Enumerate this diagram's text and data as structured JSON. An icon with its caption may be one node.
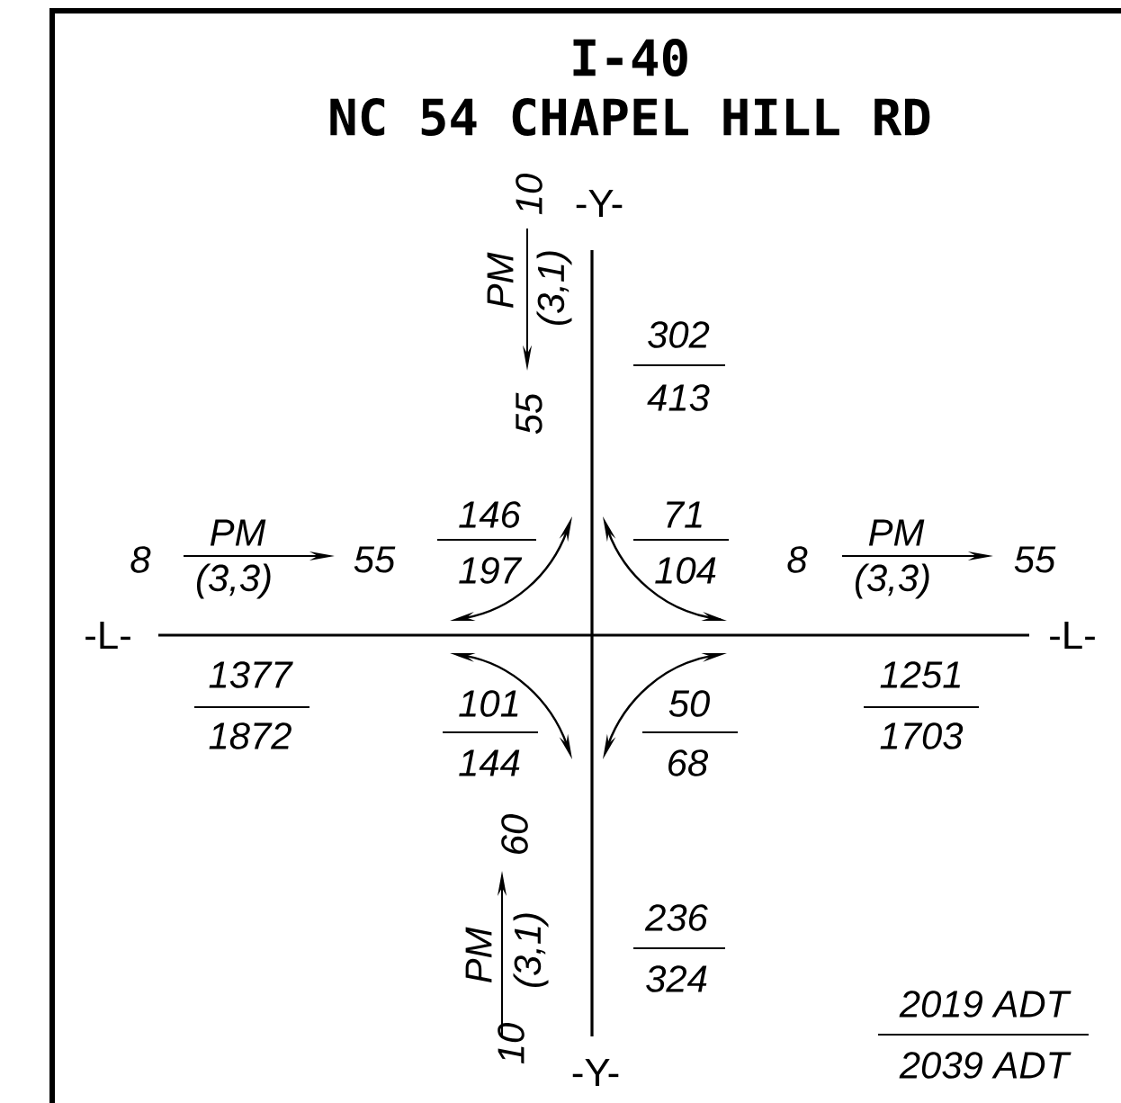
{
  "diagram": {
    "title": "I-40",
    "labels": [
      "NC 54 CHAPEL HILL RD",
      "10",
      "-Y-",
      "PM",
      "(3,1)",
      "55",
      "302",
      "413",
      "8",
      "PM",
      "(3,3)",
      "55",
      "146",
      "197",
      "71",
      "104",
      "8",
      "PM",
      "(3,3)",
      "55",
      "-L-",
      "-L-",
      "1377",
      "1872",
      "101",
      "144",
      "50",
      "68",
      "1251",
      "1703",
      "60",
      "PM",
      "(3,1)",
      "236",
      "324",
      "10",
      "-Y-",
      "2019 ADT",
      "2039 ADT"
    ]
  }
}
